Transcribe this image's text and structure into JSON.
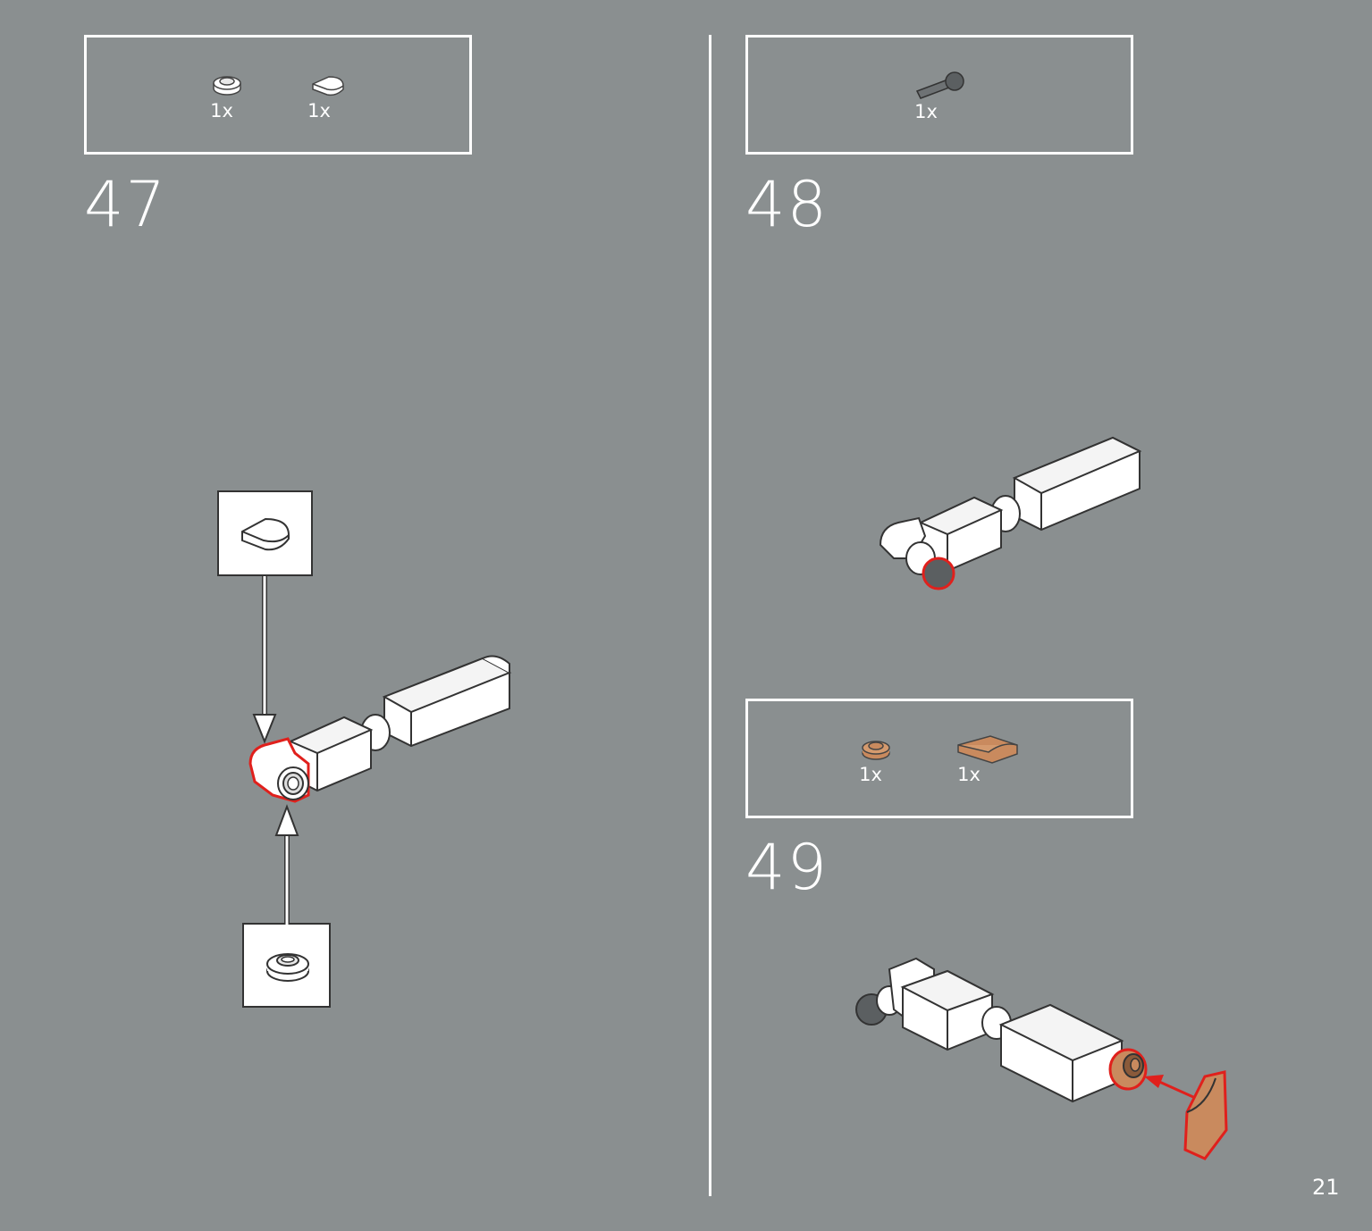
{
  "page_number": "21",
  "colors": {
    "background": "#8a8f90",
    "highlight": "#e0201c",
    "white_part": "#ffffff",
    "tan_part": "#c98a5e",
    "dark_gray_part": "#5b5f61"
  },
  "steps": [
    {
      "number": "47",
      "parts": [
        {
          "icon": "round-plate-1x1-icon",
          "qty": "1x"
        },
        {
          "icon": "tile-round-half-icon",
          "qty": "1x"
        }
      ]
    },
    {
      "number": "48",
      "parts": [
        {
          "icon": "ball-joint-pin-icon",
          "qty": "1x"
        }
      ]
    },
    {
      "number": "49",
      "parts": [
        {
          "icon": "round-plate-1x1-tan-icon",
          "qty": "1x"
        },
        {
          "icon": "curved-slope-tan-icon",
          "qty": "1x"
        }
      ]
    }
  ]
}
